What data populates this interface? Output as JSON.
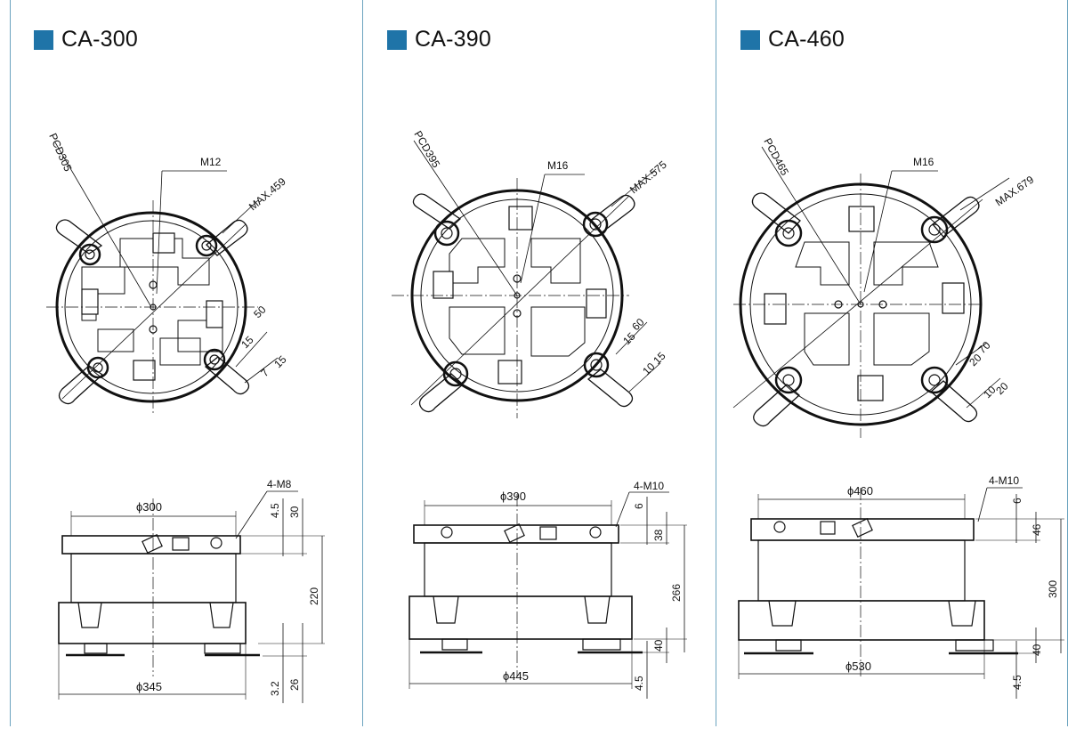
{
  "accent_color": "#1f74a8",
  "panels": [
    {
      "title": "CA-300",
      "top_view": {
        "pcd": "PCD305",
        "thread": "M12",
        "max": "MAX.459",
        "dims": [
          "50",
          "15",
          "15",
          "7"
        ]
      },
      "side_view": {
        "top_diameter": "ϕ300",
        "holes": "4-M8",
        "dims_right": [
          "4.5",
          "30",
          "220",
          "3.2",
          "26"
        ],
        "base_diameter": "ϕ345"
      }
    },
    {
      "title": "CA-390",
      "top_view": {
        "pcd": "PCD395",
        "thread": "M16",
        "max": "MAX.575",
        "dims": [
          "60",
          "15",
          "15",
          "10"
        ]
      },
      "side_view": {
        "top_diameter": "ϕ390",
        "holes": "4-M10",
        "dims_right": [
          "6",
          "38",
          "266",
          "40",
          "4.5"
        ],
        "base_diameter": "ϕ445"
      }
    },
    {
      "title": "CA-460",
      "top_view": {
        "pcd": "PCD465",
        "thread": "M16",
        "max": "MAX.679",
        "dims": [
          "70",
          "20",
          "20",
          "10"
        ]
      },
      "side_view": {
        "top_diameter": "ϕ460",
        "holes": "4-M10",
        "dims_right": [
          "6",
          "46",
          "300",
          "40",
          "4.5"
        ],
        "base_diameter": "ϕ530"
      }
    }
  ]
}
